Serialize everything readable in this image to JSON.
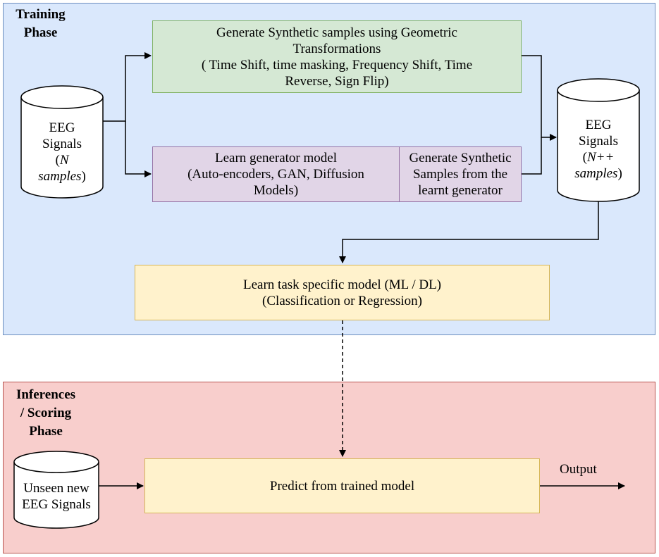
{
  "training_phase": {
    "title_line1": "Training",
    "title_line2": "Phase",
    "input_db": {
      "line1": "EEG",
      "line2": "Signals",
      "line3_prefix": "(",
      "line3_var": "N",
      "line4": "samples",
      "line4_suffix": ")"
    },
    "geometric_box": {
      "line1": "Generate Synthetic samples using Geometric",
      "line2": "Transformations",
      "line3": "( Time Shift, time masking, Frequency Shift, Time",
      "line4": "Reverse, Sign Flip)"
    },
    "generator_box": {
      "text": "Learn generator model\n(Auto-encoders, GAN, Diffusion\nModels)"
    },
    "synthetic_box": {
      "text": "Generate Synthetic\nSamples from the\nlearnt generator"
    },
    "output_db": {
      "line1": "EEG",
      "line2": "Signals",
      "line3_prefix": "(",
      "line3_var": "N++",
      "line4": "samples",
      "line4_suffix": ")"
    },
    "task_box": {
      "text": "Learn task specific model (ML / DL)\n(Classification or Regression)"
    }
  },
  "inference_phase": {
    "title_line1": "Inferences",
    "title_line2": "/ Scoring",
    "title_line3": "Phase",
    "input_db": {
      "text": "Unseen new\nEEG Signals"
    },
    "predict_box": {
      "text": "Predict from trained model"
    },
    "output_label": "Output"
  },
  "colors": {
    "training_bg": "#dae8fc",
    "training_border": "#6c8ebf",
    "inference_bg": "#f8cecc",
    "inference_border": "#b85450",
    "geometric_bg": "#d5e8d4",
    "geometric_border": "#82b366",
    "generator_bg": "#e1d5e7",
    "generator_border": "#9673a6",
    "task_bg": "#fff2cc",
    "task_border": "#d6b656"
  }
}
